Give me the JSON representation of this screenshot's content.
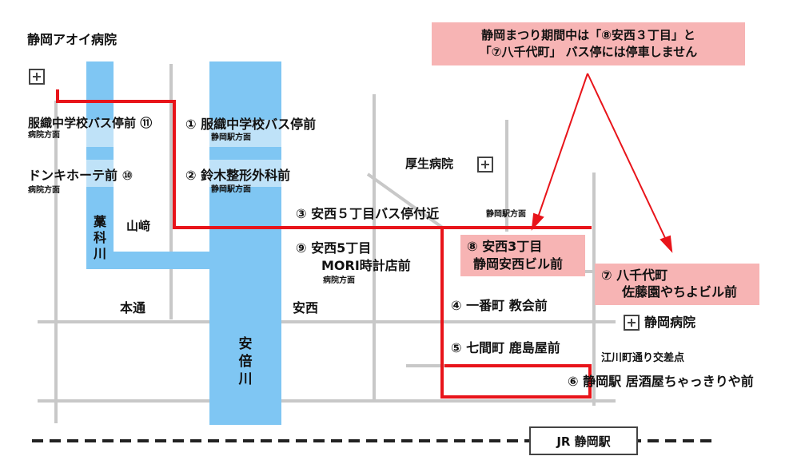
{
  "hospitals": {
    "aoi": "静岡アオイ病院",
    "kosei": "厚生病院",
    "shizuoka": "静岡病院"
  },
  "notice": {
    "line1": "静岡まつり期間中は「⑧安西３丁目」と",
    "line2": "「⑦八千代町」 バス停には停車しません"
  },
  "stops": {
    "s11": {
      "name": "服織中学校バス停前 ⑪",
      "dir": "病院方面"
    },
    "s1": {
      "name": "① 服織中学校バス停前",
      "dir": "静岡駅方面"
    },
    "s10": {
      "name": "ドンキホーテ前 ⑩",
      "dir": "病院方面"
    },
    "s2": {
      "name": "② 鈴木整形外科前",
      "dir": "静岡駅方面"
    },
    "s3": {
      "name": "③ 安西５丁目バス停付近",
      "dir": "静岡駅方面"
    },
    "s9": {
      "line1": "⑨ 安西5丁目",
      "line2": "MORI時計店前",
      "dir": "病院方面"
    },
    "s8": {
      "line1": "⑧ 安西3丁目",
      "line2": "静岡安西ビル前"
    },
    "s7": {
      "line1": "⑦ 八千代町",
      "line2": "佐藤園やちよビル前"
    },
    "s4": {
      "name": "④ 一番町 教会前"
    },
    "s5": {
      "name": "⑤ 七間町 鹿島屋前"
    },
    "s6": {
      "name": "⑥ 静岡駅 居酒屋ちゃっきりや前"
    }
  },
  "areas": {
    "yamasaki": "山﨑",
    "hondori": "本通",
    "anzai": "安西",
    "egawacho": "江川町通り交差点"
  },
  "rivers": {
    "yakushi": "藁科川",
    "abe": "安倍川"
  },
  "station": {
    "label": "JR 静岡駅"
  },
  "colors": {
    "route": "#e8141a",
    "river": "#7fc6f3",
    "road": "#c8c8c8",
    "highlight": "#f7b4b4"
  }
}
